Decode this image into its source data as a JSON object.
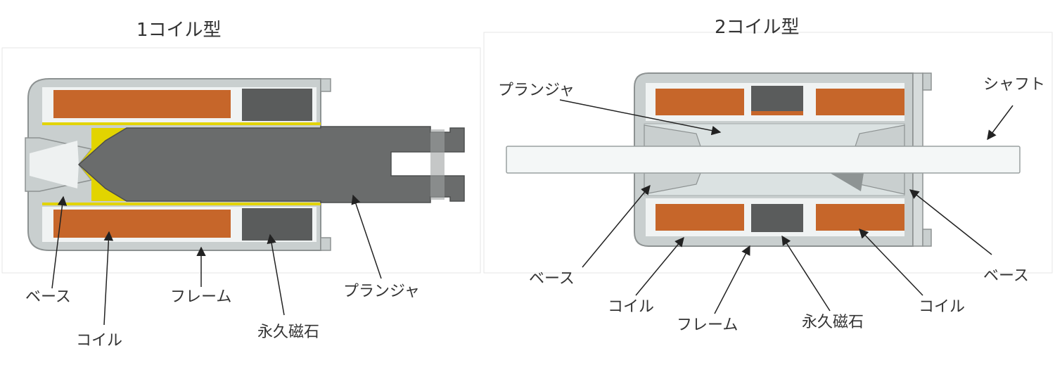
{
  "left_diagram": {
    "title": "1コイル型",
    "labels": {
      "base": "ベース",
      "coil": "コイル",
      "frame": "フレーム",
      "magnet": "永久磁石",
      "plunger": "プランジャ"
    }
  },
  "right_diagram": {
    "title": "2コイル型",
    "labels": {
      "plunger": "プランジャ",
      "shaft": "シャフト",
      "base_left": "ベース",
      "base_right": "ベース",
      "coil_left": "コイル",
      "coil_right": "コイル",
      "frame": "フレーム",
      "magnet": "永久磁石"
    }
  },
  "colors": {
    "frame": "#c9cfcf",
    "frame_stroke": "#8d9292",
    "coil": "#c6662a",
    "magnet": "#5a5c5c",
    "plunger": "#6a6c6c",
    "yellow": "#e2d400",
    "shaft": "#f4f7f7",
    "inner_light": "#dbe2e2"
  }
}
